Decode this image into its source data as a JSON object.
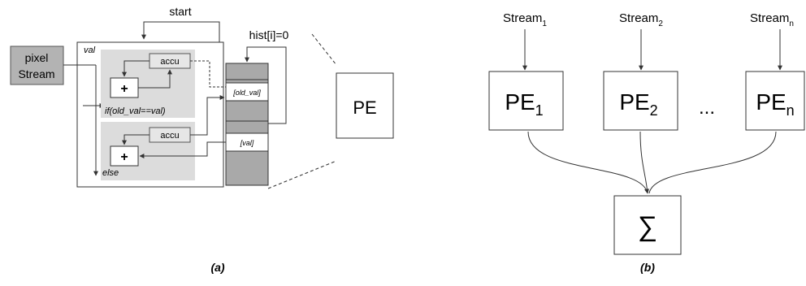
{
  "panel_a": {
    "caption": "(a)",
    "start_label": "start",
    "hist_label": "hist[i]=0",
    "pixel_stream": [
      "pixel",
      "Stream"
    ],
    "val_label": "val",
    "accu_top": "accu",
    "accu_bottom": "accu",
    "plus_top": "+",
    "plus_bottom": "+",
    "if_label": "if(old_val==val)",
    "else_label": "else",
    "old_val_cell": "[old_val]",
    "val_cell": "[val]",
    "pe_label": "PE"
  },
  "panel_b": {
    "caption": "(b)",
    "streams": [
      {
        "base": "Stream",
        "sub": "1"
      },
      {
        "base": "Stream",
        "sub": "2"
      },
      {
        "base": "Stream",
        "sub": "n"
      }
    ],
    "pes": [
      {
        "base": "PE",
        "sub": "1"
      },
      {
        "base": "PE",
        "sub": "2"
      },
      {
        "base": "PE",
        "sub": "n"
      }
    ],
    "ellipsis": "...",
    "sum_symbol": "∑"
  }
}
